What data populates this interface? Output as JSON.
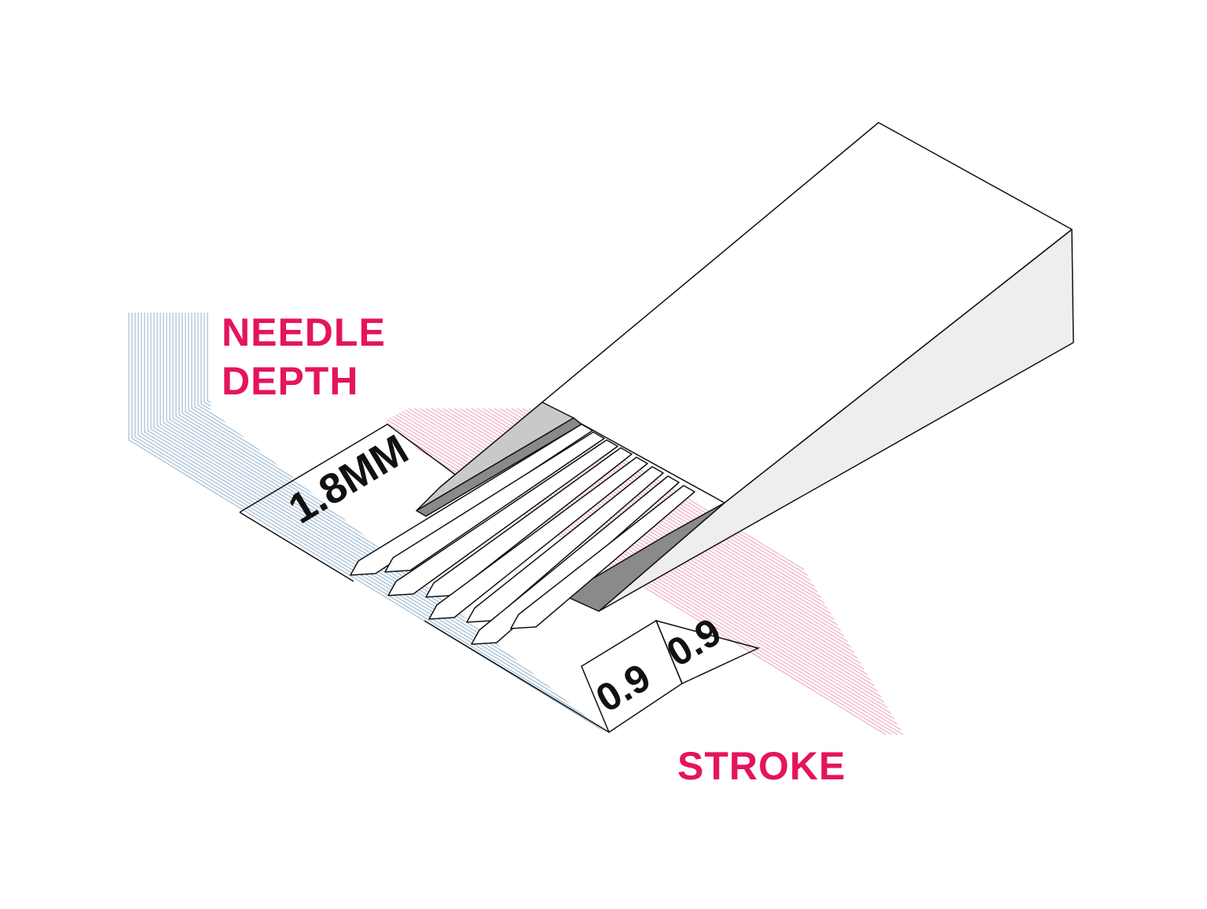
{
  "labels": {
    "needle_depth_line1": "NEEDLE",
    "needle_depth_line2": "DEPTH",
    "stroke": "STROKE",
    "depth_value": "1.8MM",
    "stroke_left": "0.9",
    "stroke_right": "0.9"
  },
  "colors": {
    "accent": "#e4145e",
    "blue_hatch": "#8fb0cc",
    "pink_hatch": "#ef9fb8",
    "outline": "#111111",
    "grey_light": "#c9c9c9",
    "grey_dark": "#8a8a8a",
    "shade": "#eeeeee"
  }
}
